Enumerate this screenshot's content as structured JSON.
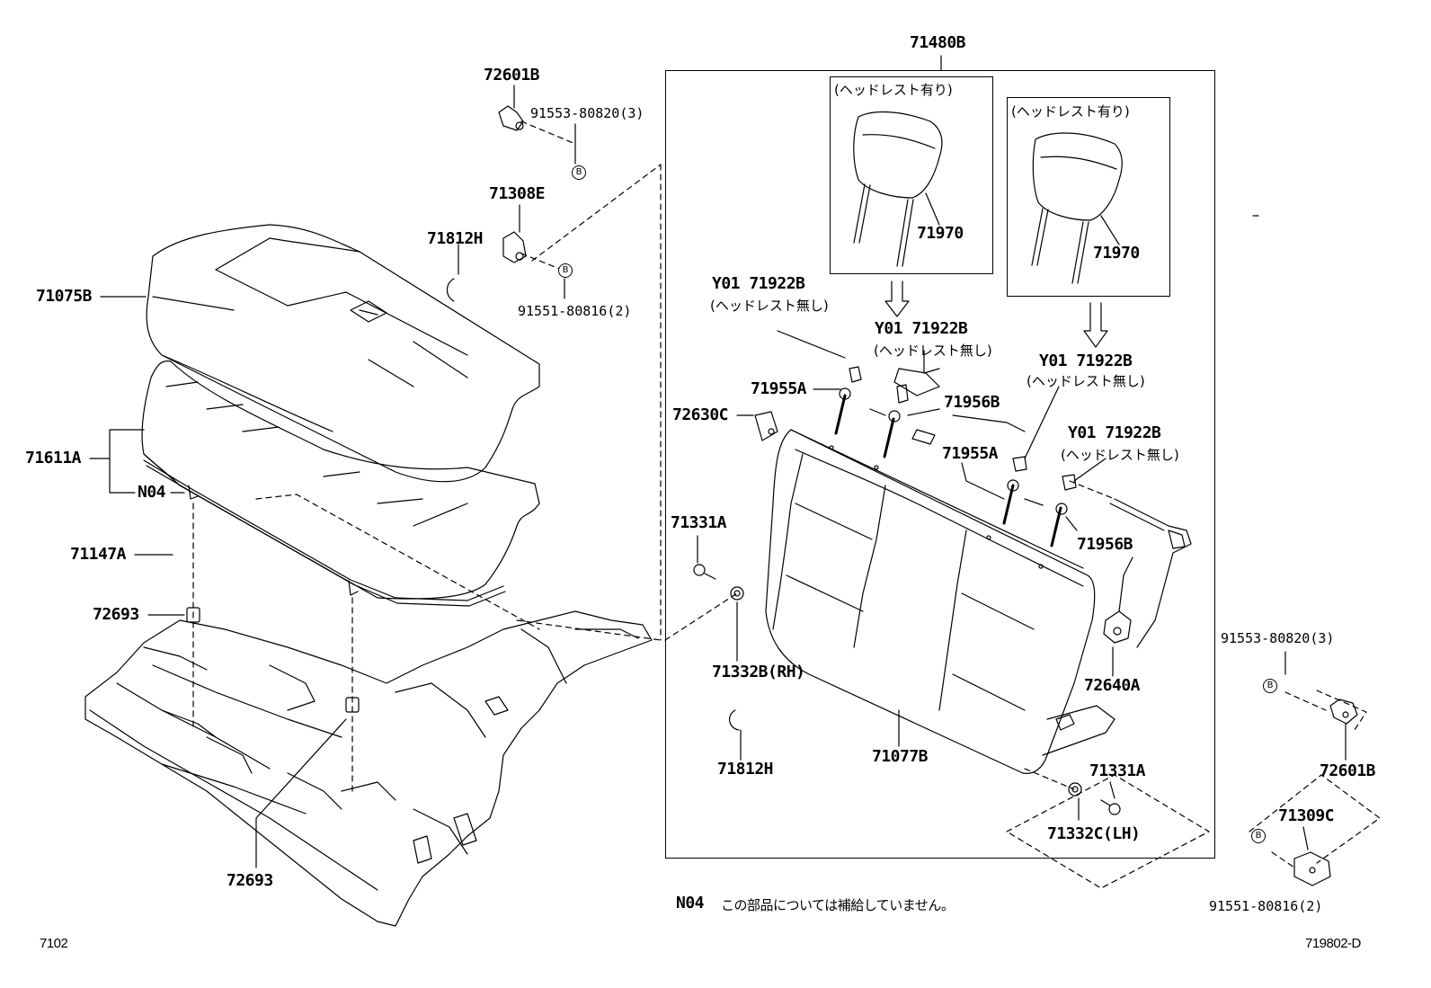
{
  "labels": {
    "l71480B": "71480B",
    "l72601B_top": "72601B",
    "l91553_top": "91553-80820(3)",
    "l71308E": "71308E",
    "l71812H_top": "71812H",
    "l91551_top": "91551-80816(2)",
    "l71075B": "71075B",
    "l71611A": "71611A",
    "lN04_left": "N04",
    "l71147A": "71147A",
    "l72693_top": "72693",
    "l72693_bottom": "72693",
    "l71970_a": "71970",
    "l71970_b": "71970",
    "lY01_1": "Y01 71922B",
    "lY01_2": "Y01 71922B",
    "lY01_3": "Y01 71922B",
    "lY01_4": "Y01 71922B",
    "l71955A_1": "71955A",
    "l71955A_2": "71955A",
    "l71956B_1": "71956B",
    "l71956B_2": "71956B",
    "l72630C": "72630C",
    "l71331A_1": "71331A",
    "l71331A_2": "71331A",
    "l71332B": "71332B(RH)",
    "l71812H_bottom": "71812H",
    "l71077B": "71077B",
    "l72640A": "72640A",
    "l71332C": "71332C(LH)",
    "l91553_right": "91553-80820(3)",
    "l72601B_right": "72601B",
    "l71309C": "71309C",
    "l91551_right": "91551-80816(2)"
  },
  "japanese": {
    "headrest_with_a": "(ヘッドレスト有り)",
    "headrest_with_b": "(ヘッドレスト有り)",
    "headrest_without_1": "(ヘッドレスト無し)",
    "headrest_without_2": "(ヘッドレスト無し)",
    "headrest_without_3": "(ヘッドレスト無し)",
    "headrest_without_4": "(ヘッドレスト無し)"
  },
  "marks": {
    "b": "B"
  },
  "note": {
    "code": "N04",
    "text": "この部品については補給していません。"
  },
  "footer": {
    "left_code": "7102",
    "right_code": "719802-D"
  }
}
